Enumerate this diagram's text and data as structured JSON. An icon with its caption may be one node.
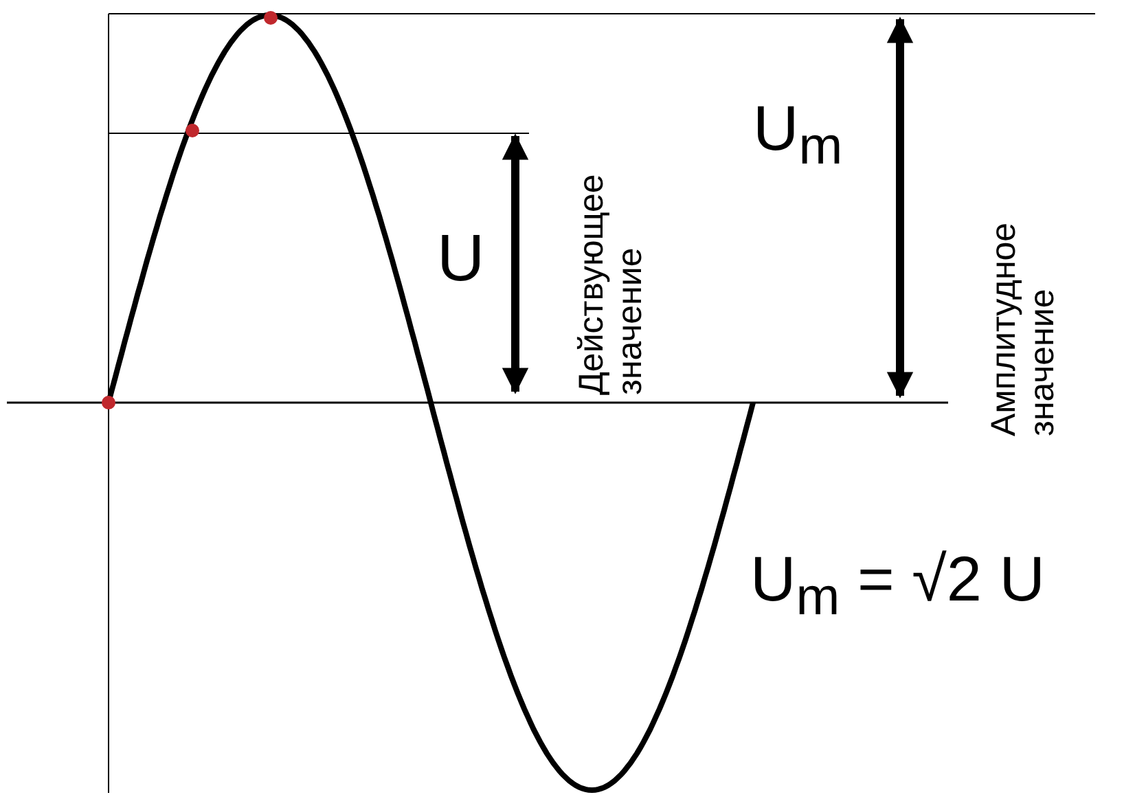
{
  "diagram": {
    "labels": [
      "U$_{m}$",
      "U",
      "Действующее значение",
      "Амплитудное значение",
      "U$_{m}$ = √2 U"
    ]
  }
}
